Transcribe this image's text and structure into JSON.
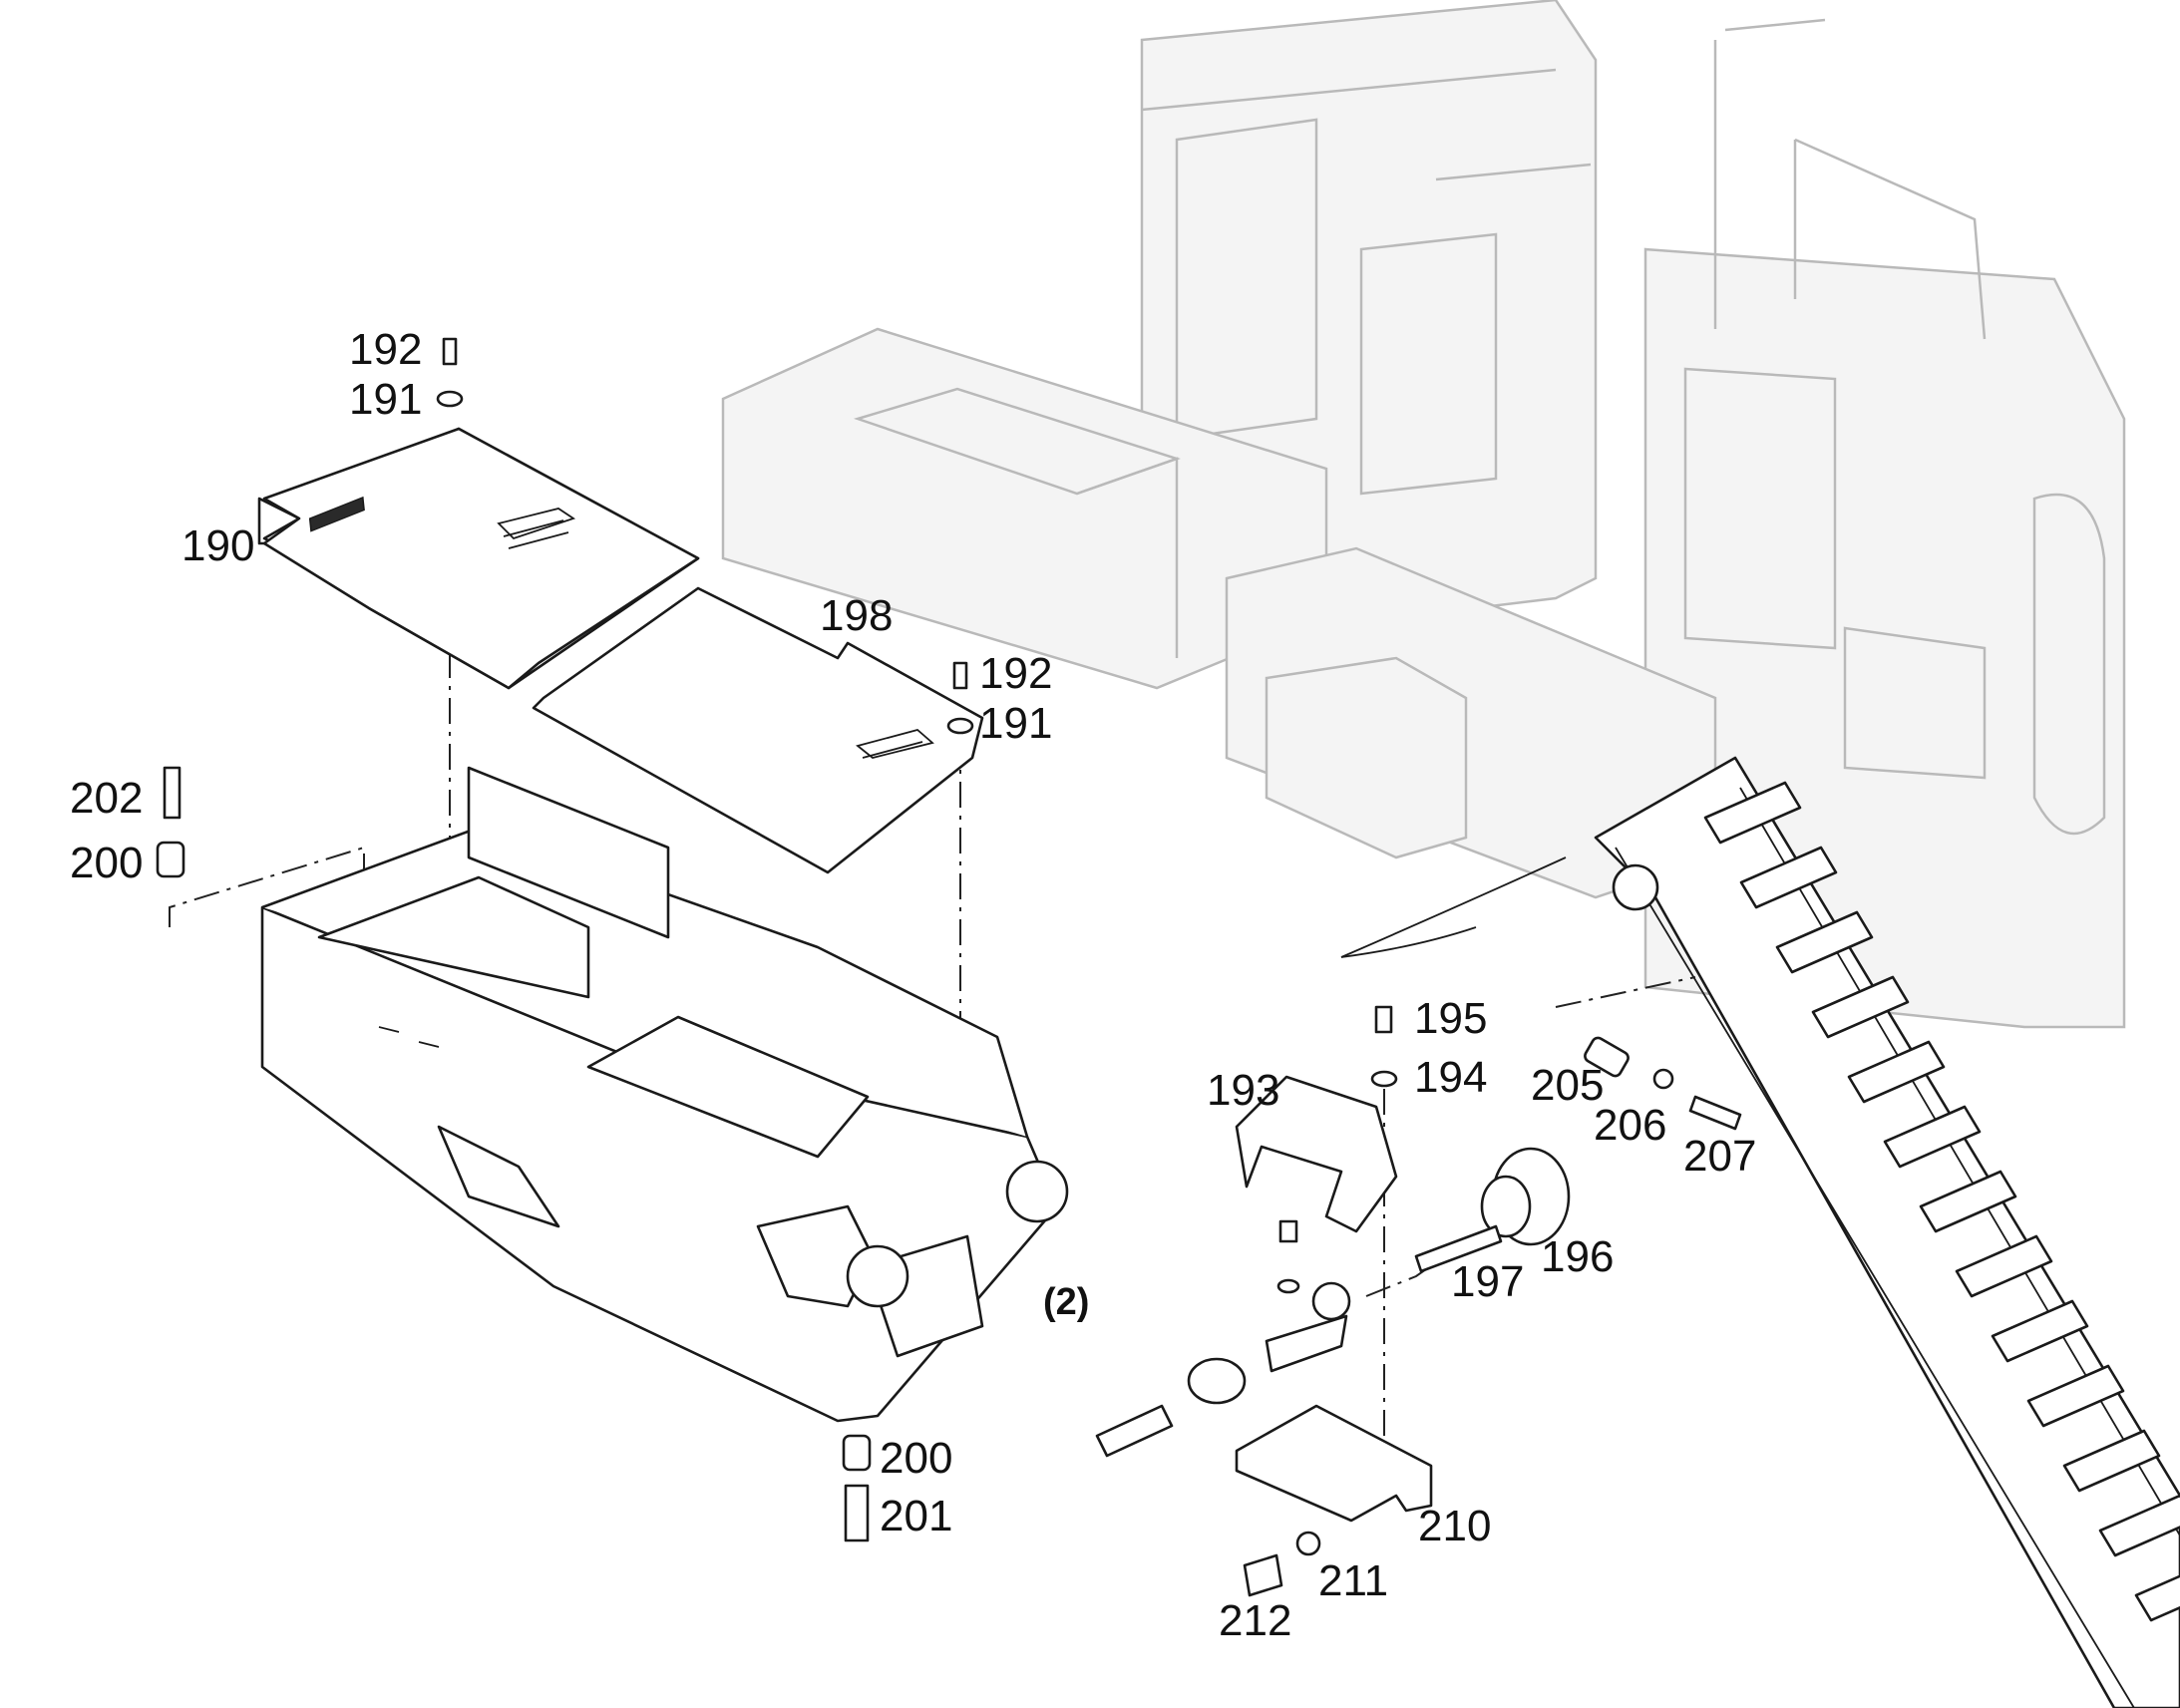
{
  "callouts": [
    {
      "id": "c192a",
      "text": "192"
    },
    {
      "id": "c191a",
      "text": "191"
    },
    {
      "id": "c190",
      "text": "190"
    },
    {
      "id": "c198",
      "text": "198"
    },
    {
      "id": "c192b",
      "text": "192"
    },
    {
      "id": "c191b",
      "text": "191"
    },
    {
      "id": "c202",
      "text": "202"
    },
    {
      "id": "c200a",
      "text": "200"
    },
    {
      "id": "c195",
      "text": "195"
    },
    {
      "id": "c194",
      "text": "194"
    },
    {
      "id": "c193",
      "text": "193"
    },
    {
      "id": "c205",
      "text": "205"
    },
    {
      "id": "c206",
      "text": "206"
    },
    {
      "id": "c207",
      "text": "207"
    },
    {
      "id": "c196",
      "text": "196"
    },
    {
      "id": "c197",
      "text": "197"
    },
    {
      "id": "c2",
      "text": "(2)"
    },
    {
      "id": "c200b",
      "text": "200"
    },
    {
      "id": "c201",
      "text": "201"
    },
    {
      "id": "c210",
      "text": "210"
    },
    {
      "id": "c211",
      "text": "211"
    },
    {
      "id": "c212",
      "text": "212"
    }
  ]
}
